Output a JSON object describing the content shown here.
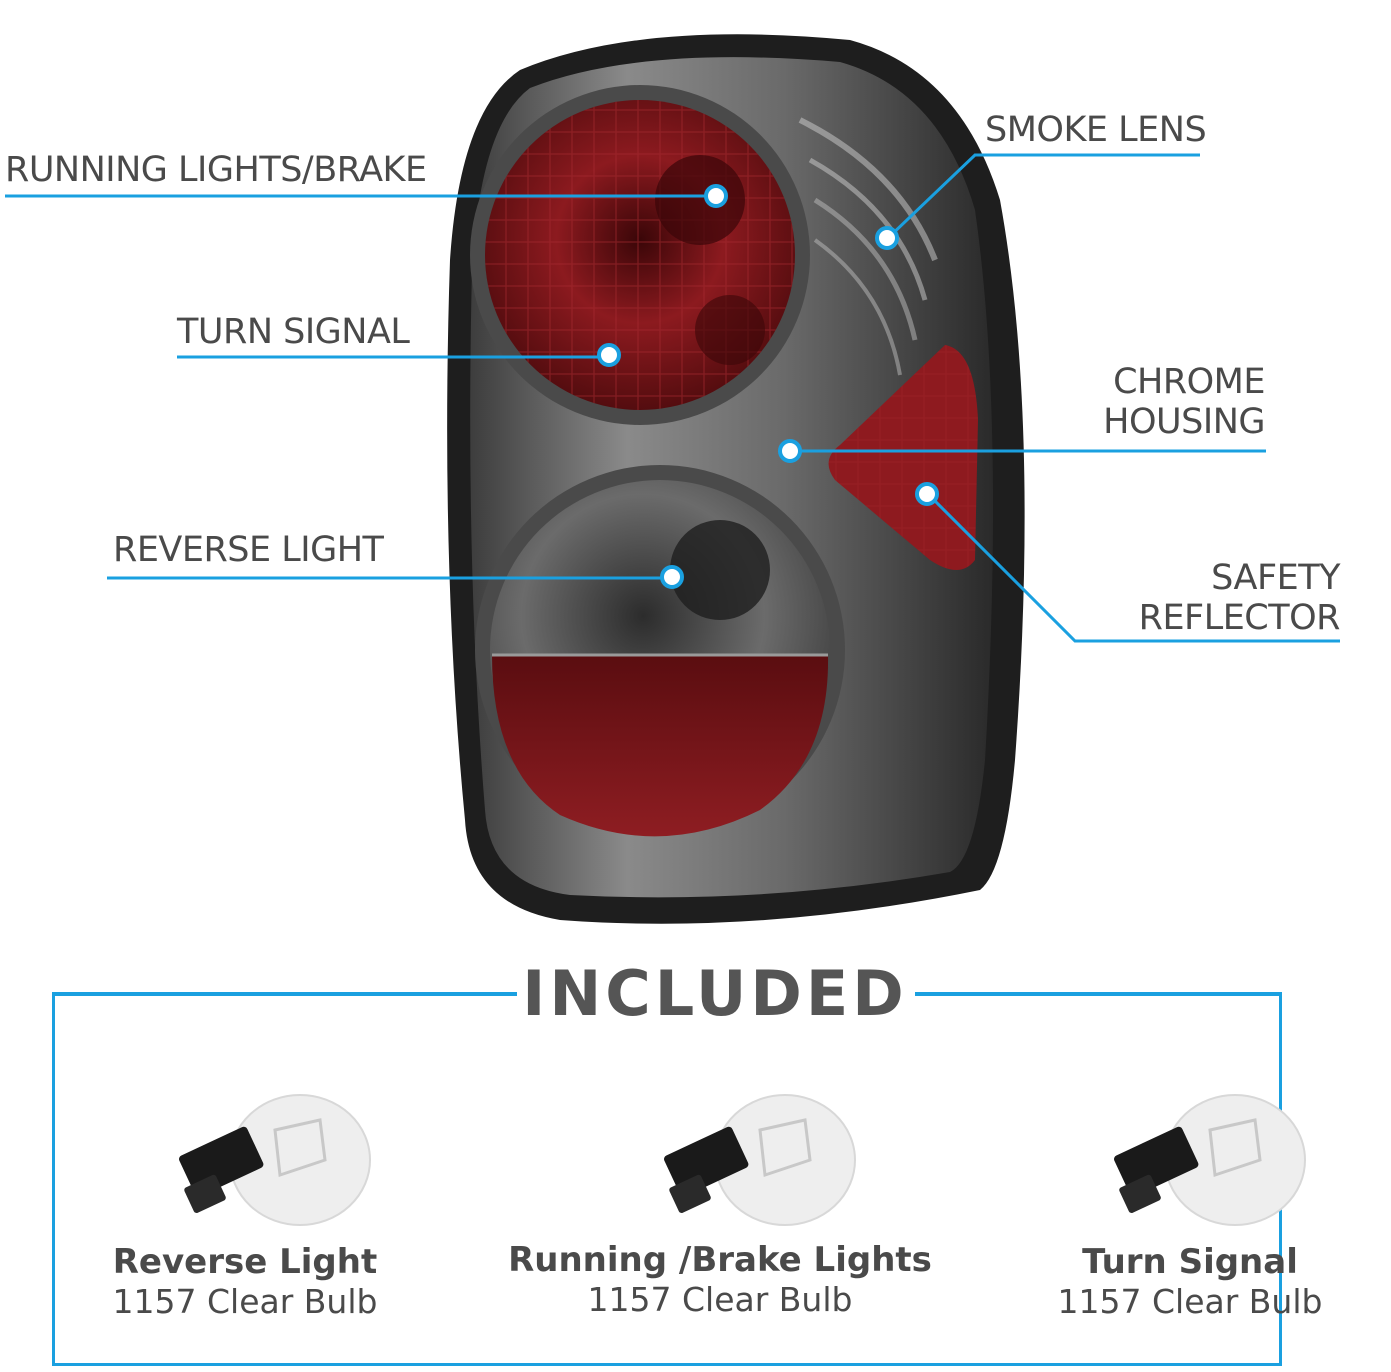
{
  "callouts": {
    "running_brake": "RUNNING LIGHTS/BRAKE",
    "turn_signal": "TURN SIGNAL",
    "reverse_light": "REVERSE LIGHT",
    "smoke_lens": "SMOKE LENS",
    "chrome_housing_1": "CHROME",
    "chrome_housing_2": "HOUSING",
    "safety_reflector_1": "SAFETY",
    "safety_reflector_2": "REFLECTOR"
  },
  "included": {
    "title": "INCLUDED",
    "bulbs": [
      {
        "name": "Reverse Light",
        "spec": "1157 Clear Bulb"
      },
      {
        "name": "Running /Brake Lights",
        "spec": "1157 Clear Bulb"
      },
      {
        "name": "Turn Signal",
        "spec": "1157 Clear Bulb"
      }
    ]
  },
  "colors": {
    "accent": "#1aa0e0",
    "text": "#4a4a4a",
    "lens_red": "#7a1418",
    "housing_smoke": "#5a5a5a"
  }
}
